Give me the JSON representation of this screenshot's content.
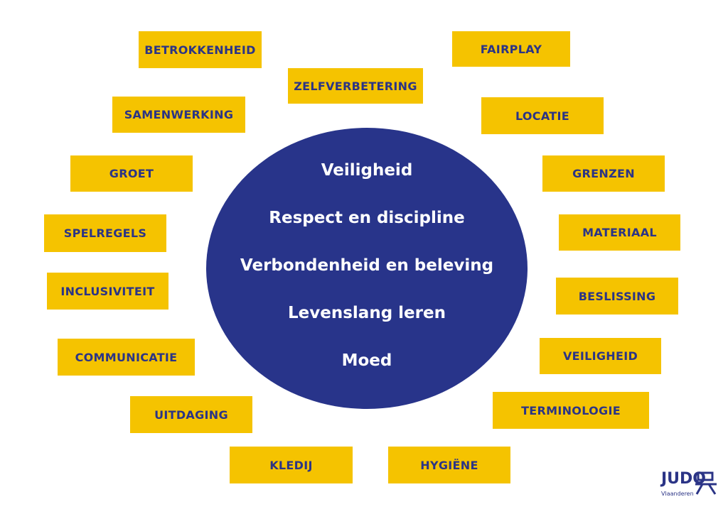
{
  "colors": {
    "yellow": "#f5c300",
    "navy": "#2b3486",
    "circle": "#28348a"
  },
  "center_values": [
    "Veiligheid",
    "Respect en discipline",
    "Verbondenheid en beleving",
    "Levenslang leren",
    "Moed"
  ],
  "topics": [
    "BETROKKENHEID",
    "ZELFVERBETERING",
    "FAIRPLAY",
    "SAMENWERKING",
    "LOCATIE",
    "GROET",
    "GRENZEN",
    "SPELREGELS",
    "MATERIAAL",
    "INCLUSIVITEIT",
    "BESLISSING",
    "COMMUNICATIE",
    "VEILIGHEID",
    "UITDAGING",
    "TERMINOLOGIE",
    "KLEDIJ",
    "HYGIËNE"
  ],
  "logo": {
    "text": "JUDO",
    "subtitle": "Vlaanderen",
    "icon": "judo-kanji-icon"
  }
}
